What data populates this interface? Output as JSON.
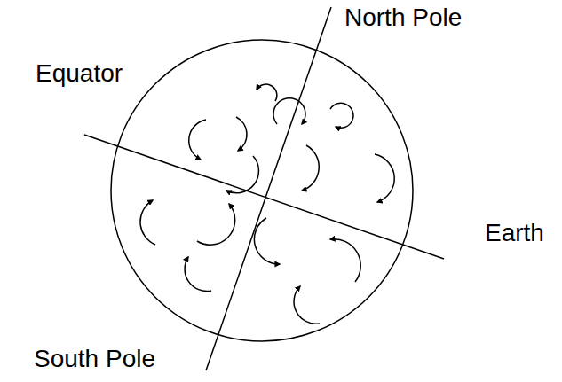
{
  "diagram": {
    "labels": [
      "North Pole",
      "Equator",
      "Earth",
      "South Pole"
    ]
  }
}
